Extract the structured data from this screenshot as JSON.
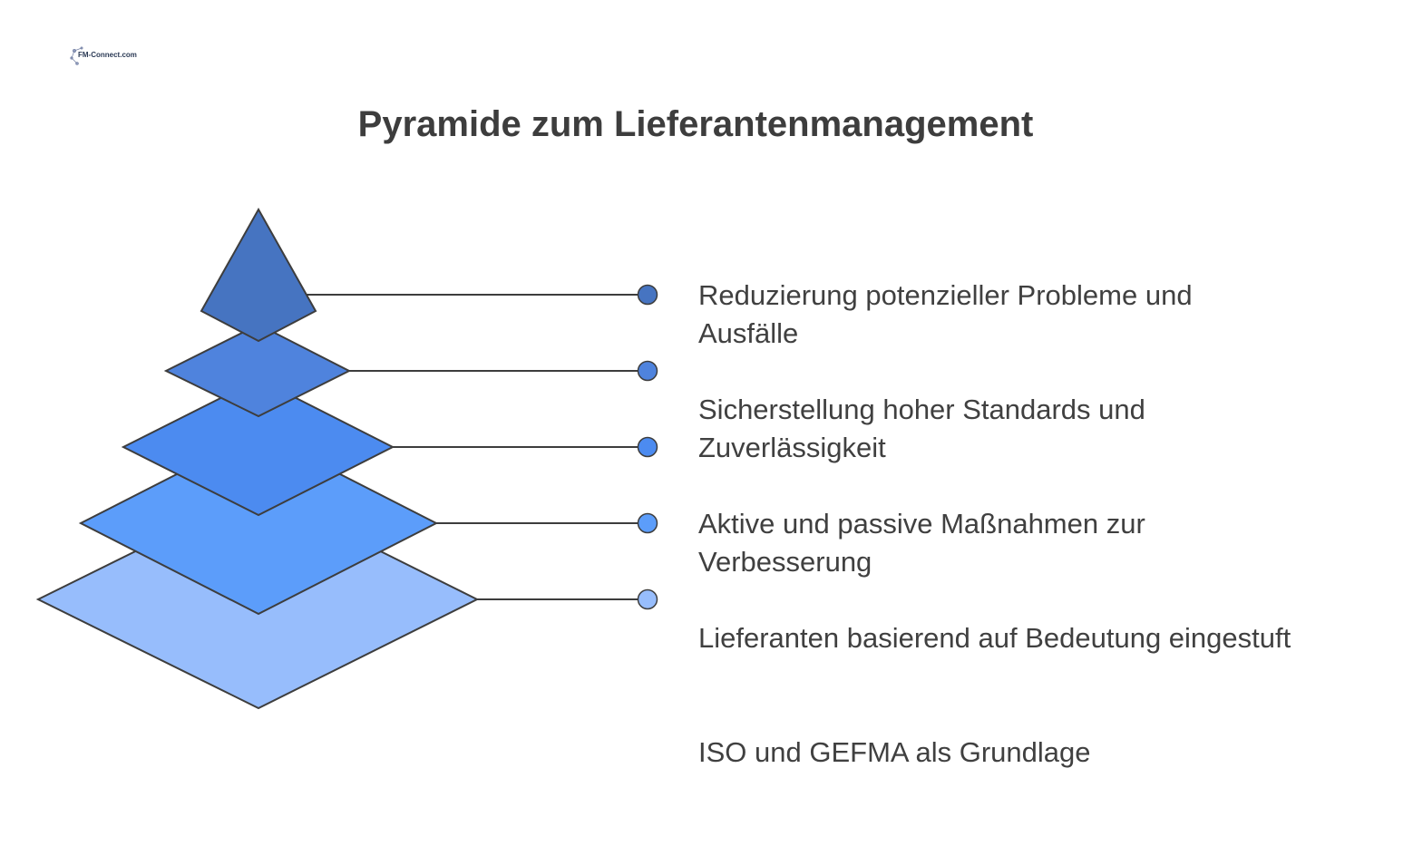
{
  "title": "Pyramide zum Lieferantenmanagement",
  "logo": {
    "text": "FM-Connect.com"
  },
  "colors": {
    "tier_1": "#4674c1",
    "tier_2": "#4f83dd",
    "tier_3": "#4c8bf0",
    "tier_4": "#5c9dfa",
    "tier_5": "#97bdfc",
    "outline": "#3d3d3d"
  },
  "levels": [
    {
      "label": "Reduzierung potenzieller Probleme und Ausfälle"
    },
    {
      "label": "Sicherstellung hoher Standards und Zuverlässigkeit"
    },
    {
      "label": "Aktive und passive Maßnahmen zur Verbesserung"
    },
    {
      "label": "Lieferanten basierend auf Bedeutung eingestuft"
    },
    {
      "label": "ISO und GEFMA als Grundlage"
    }
  ]
}
